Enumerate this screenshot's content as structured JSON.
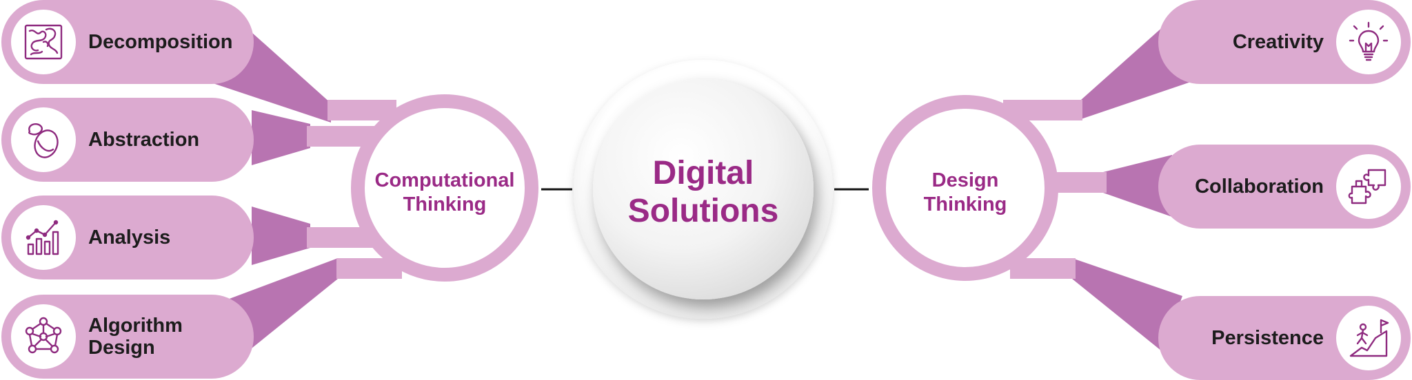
{
  "colors": {
    "pill": "#dcaad0",
    "connector_dark": "#b874b1",
    "ring": "#dcaad0",
    "accent_text": "#9a2a86",
    "label_text": "#1c1c1c",
    "line": "#111111"
  },
  "center": {
    "title_line1": "Digital",
    "title_line2": "Solutions"
  },
  "left_hub": {
    "line1": "Computational",
    "line2": "Thinking"
  },
  "right_hub": {
    "line1": "Design",
    "line2": "Thinking"
  },
  "left_items": [
    {
      "label": "Decomposition",
      "icon": "map-puzzle-icon"
    },
    {
      "label": "Abstraction",
      "icon": "abstract-shapes-icon"
    },
    {
      "label": "Analysis",
      "icon": "bar-chart-trend-icon"
    },
    {
      "label_line1": "Algorithm",
      "label_line2": "Design",
      "icon": "network-nodes-icon"
    }
  ],
  "right_items": [
    {
      "label": "Creativity",
      "icon": "lightbulb-icon"
    },
    {
      "label": "Collaboration",
      "icon": "puzzle-pieces-icon"
    },
    {
      "label": "Persistence",
      "icon": "climber-flag-icon"
    }
  ]
}
